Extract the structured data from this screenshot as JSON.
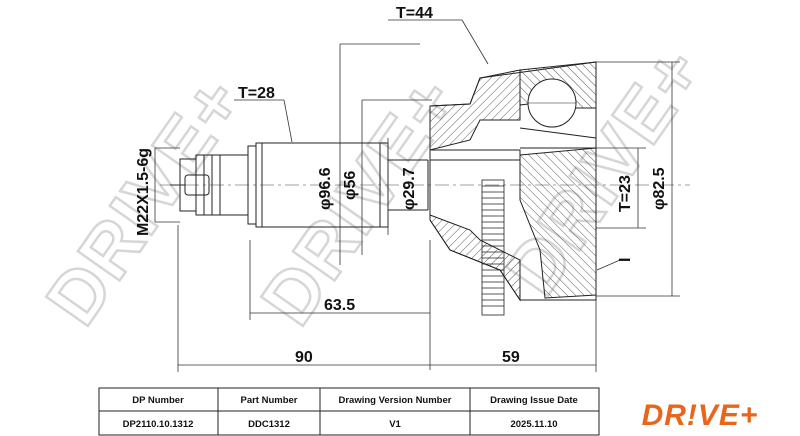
{
  "drawing": {
    "dimensions": {
      "thread_spec": "M22X1.5-6g",
      "spline_length": "T=28",
      "housing_depth": "T=44",
      "inner_depth": "T=23",
      "marker_i": "I",
      "dia_96_6": "φ96.6",
      "dia_56": "φ56",
      "dia_29_7": "φ29.7",
      "dia_82_5": "φ82.5",
      "len_63_5": "63.5",
      "len_90": "90",
      "len_59": "59"
    },
    "watermark": "DRIVE+",
    "colors": {
      "line": "#222222",
      "watermark": "#d6d6d6",
      "brand": "#e8661c"
    }
  },
  "title_block": {
    "headers": [
      "DP Number",
      "Part Number",
      "Drawing Version Number",
      "Drawing Issue Date"
    ],
    "values": [
      "DP2110.10.1312",
      "DDC1312",
      "V1",
      "2025.11.10"
    ],
    "logo": "DR!VE+"
  }
}
